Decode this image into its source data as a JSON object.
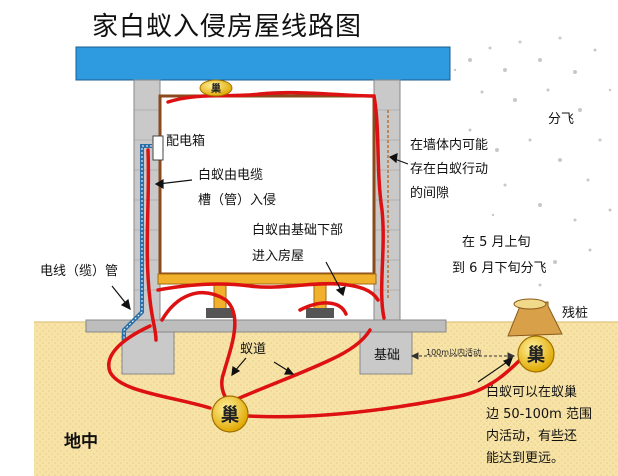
{
  "title": "家白蚁入侵房屋线路图",
  "labels": {
    "distribution_box": "配电箱",
    "cable_entry": [
      "白蚁由电缆",
      "槽（管）入侵"
    ],
    "wall_gap": [
      "在墙体内可能",
      "存在白蚁行动",
      "的间隙"
    ],
    "swarming": "分飞",
    "foundation_entry": [
      "白蚁由基础下部",
      "进入房屋"
    ],
    "swarm_period": [
      "在 5 月上旬",
      "到 6 月下旬分飞"
    ],
    "wire_conduit": "电线（缆）管",
    "stump": "残桩",
    "tunnel": "蚁道",
    "foundation": "基础",
    "distance_note": "100m以内活动",
    "foraging_range": [
      "白蚁可以在蚁巢",
      "边 50-100m 范围",
      "内活动，有些还",
      "能达到更远。"
    ],
    "underground": "地中"
  },
  "nests": {
    "small_label": "巢",
    "main_label": "巢",
    "right_label": "巢"
  },
  "colors": {
    "roof": "#2e9be0",
    "ground": "#f8e3a6",
    "wall": "#c9c9c9",
    "termite_path": "#dd1111",
    "nest": "#f1c40f",
    "floor_beam": "#f2b12c",
    "room_frame": "#8b4a1c"
  }
}
